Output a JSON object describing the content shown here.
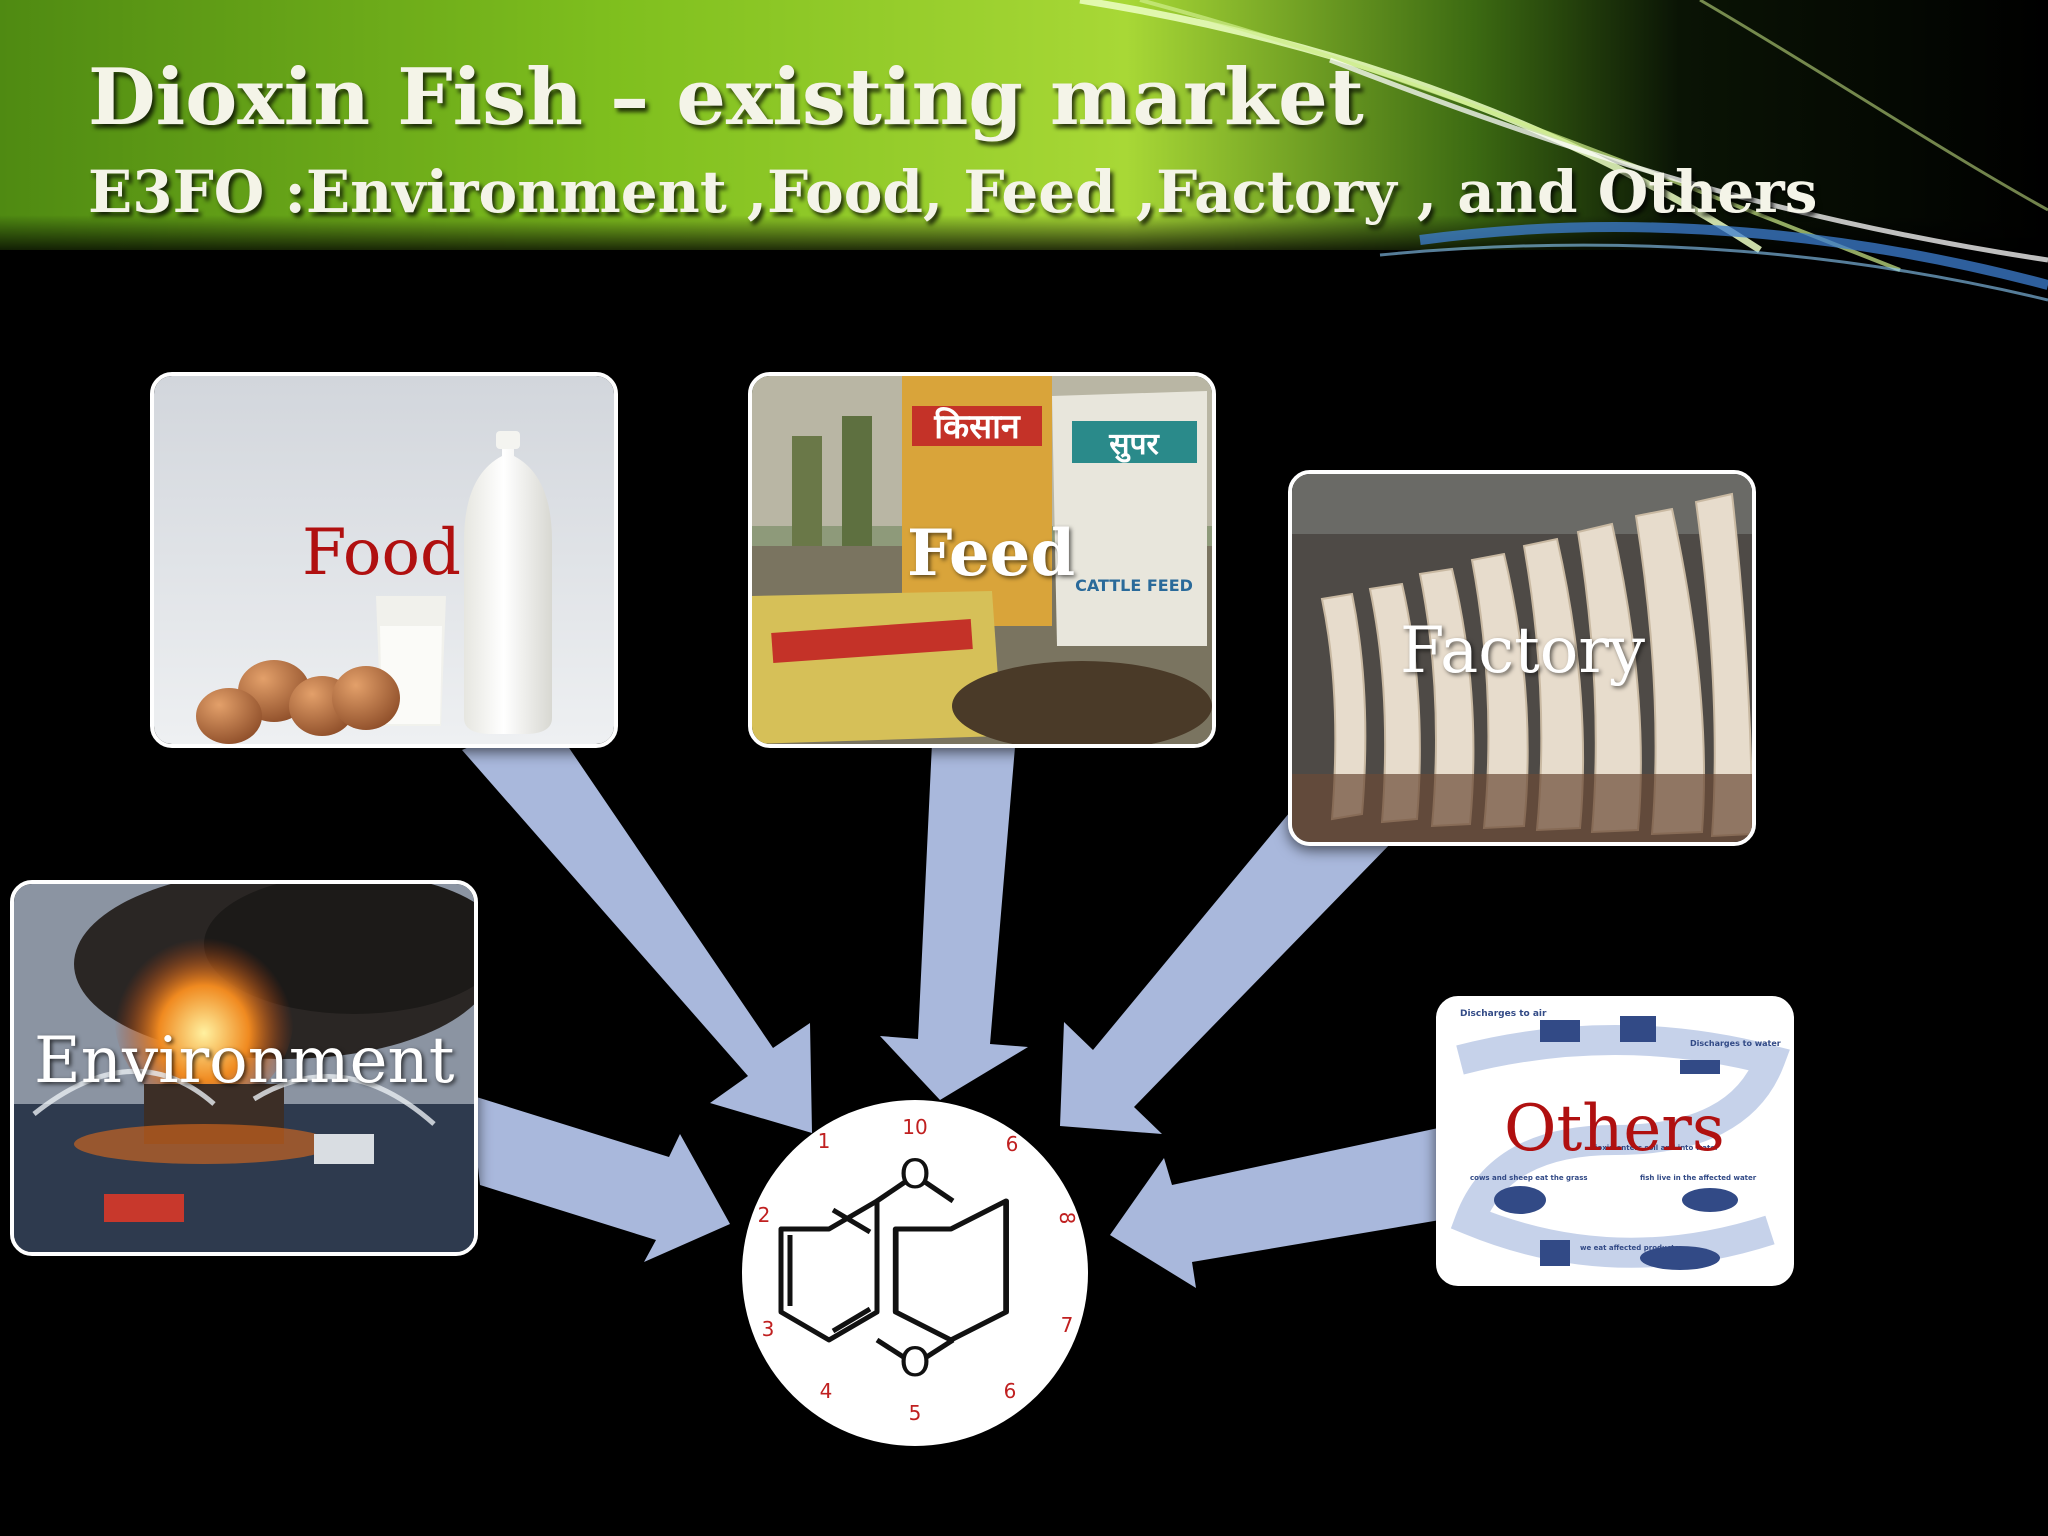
{
  "slide": {
    "title": "Dioxin Fish – existing market",
    "subtitle": "E3FO :Environment ,Food, Feed ,Factory , and Others"
  },
  "nodes": {
    "food": {
      "label": "Food",
      "label_color": "#b01010"
    },
    "feed": {
      "label": "Feed",
      "label_color": "#ffffff"
    },
    "factory": {
      "label": "Factory",
      "label_color": "#ffffff"
    },
    "environment": {
      "label": "Environment",
      "label_color": "#ffffff"
    },
    "others": {
      "label": "Others",
      "label_color": "#b01010"
    }
  },
  "feed_image": {
    "bag_text_1": "किसान",
    "bag_text_2": "सुपर",
    "bag_text_3": "CATTLE FEED"
  },
  "others_image": {
    "discharges_air": "Discharges to air",
    "discharges_water": "Discharges to water",
    "dioxin_enters": "dioxin enters soil and into water",
    "cows_sheep": "cows and sheep eat the grass",
    "fish_live": "fish live in the affected water",
    "we_eat": "we eat affected products"
  },
  "molecule": {
    "atom_labels": [
      "1",
      "2",
      "3",
      "4",
      "5",
      "6",
      "7",
      "8",
      "9",
      "10"
    ],
    "oxygen_symbol": "O"
  },
  "colors": {
    "arrow": "#a9b8dc",
    "title_text": "#f4f4e8",
    "accent_green": "#7fbf1e"
  }
}
